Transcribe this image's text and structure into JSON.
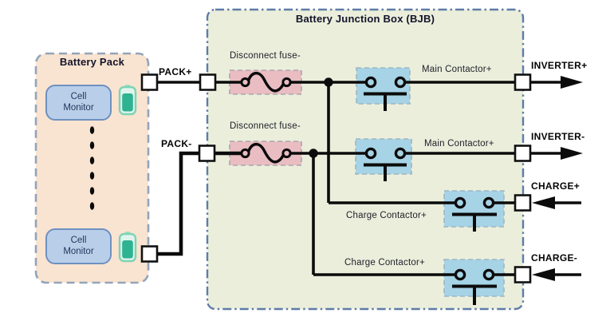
{
  "diagram_title": "Battery Junction Box (BJB)",
  "battery_pack": {
    "title": "Battery Pack",
    "cell_monitor_top": "Cell Monitor",
    "cell_monitor_bottom": "Cell Monitor"
  },
  "ports": {
    "pack_plus": "PACK+",
    "pack_minus": "PACK-",
    "inverter_plus": "INVERTER+",
    "inverter_minus": "INVERTER-",
    "charge_plus": "CHARGE+",
    "charge_minus": "CHARGE-"
  },
  "components": {
    "disconnect_fuse_top": "Disconnect fuse-",
    "disconnect_fuse_bottom": "Disconnect fuse-",
    "main_contactor_top": "Main Contactor+",
    "main_contactor_bottom": "Main Contactor+",
    "charge_contactor_top": "Charge Contactor+",
    "charge_contactor_bottom": "Charge Contactor+"
  },
  "colors": {
    "battery_pack_fill": "#F9E4D1",
    "battery_pack_border": "#92A4BA",
    "bjb_fill": "#EAEEDB",
    "bjb_border": "#5E7CA8",
    "fuse_fill": "#E9BDC2",
    "fuse_border": "#ABA6AC",
    "contactor_fill": "#A6D3E6",
    "contactor_border": "#9FB6C0",
    "cell_monitor_fill": "#B9CFE9",
    "cell_monitor_border": "#6E90C0",
    "battery_icon_green": "#2EB292",
    "battery_icon_shell": "#7FD3B4",
    "wire": "#0B0B0B"
  }
}
